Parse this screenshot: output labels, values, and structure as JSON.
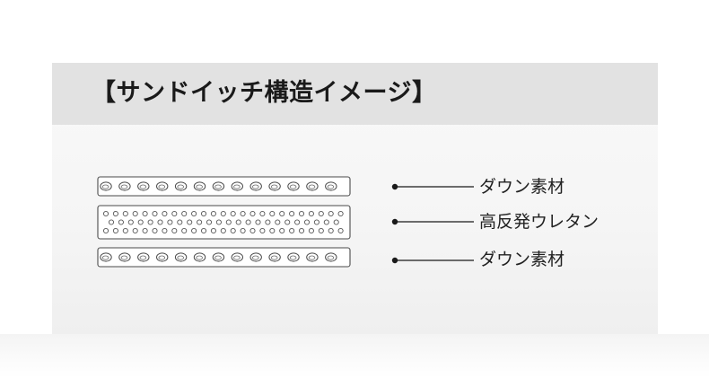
{
  "title": "【サンドイッチ構造イメージ】",
  "layers": [
    {
      "label": "ダウン素材",
      "pattern": "down"
    },
    {
      "label": "高反発ウレタン",
      "pattern": "urethane"
    },
    {
      "label": "ダウン素材",
      "pattern": "down"
    }
  ]
}
